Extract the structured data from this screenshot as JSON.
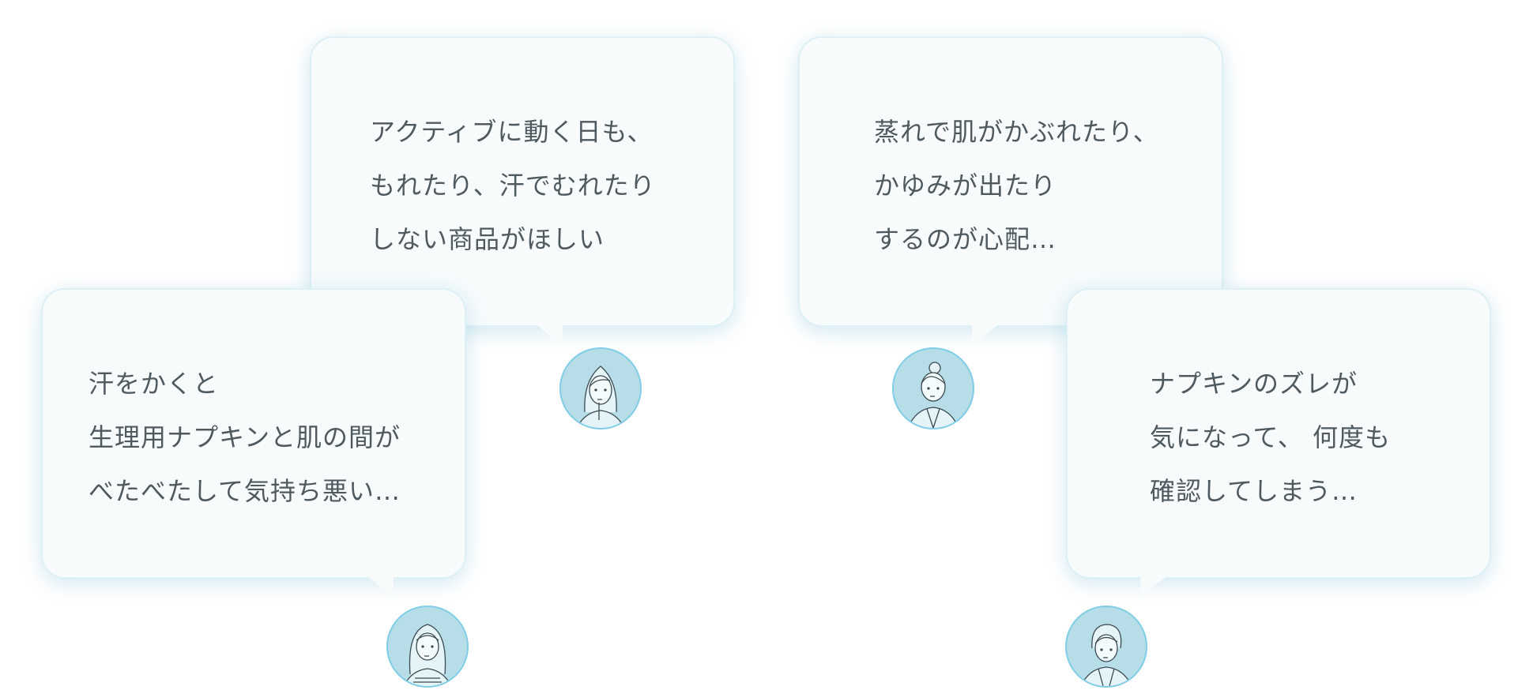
{
  "bubbles": [
    {
      "lines": [
        "アクティブに動く日も、",
        "もれたり、汗でむれたり",
        "しない商品がほしい"
      ],
      "avatar": "woman-long-hair-avatar"
    },
    {
      "lines": [
        "蒸れで肌がかぶれたり、",
        "かゆみが出たり",
        "するのが心配…"
      ],
      "avatar": "woman-bun-hair-avatar"
    },
    {
      "lines": [
        "汗をかくと",
        "生理用ナプキンと肌の間が",
        "べたべたして気持ち悪い…"
      ],
      "avatar": "woman-wavy-hair-avatar"
    },
    {
      "lines": [
        "ナプキンのズレが",
        "気になって、 何度も",
        "確認してしまう…"
      ],
      "avatar": "woman-short-hair-avatar"
    }
  ],
  "colors": {
    "text": "#4f5a60",
    "bubble_bg": "#f7fbfc",
    "avatar_bg": "#b7dde8",
    "avatar_border": "#80cde6"
  }
}
